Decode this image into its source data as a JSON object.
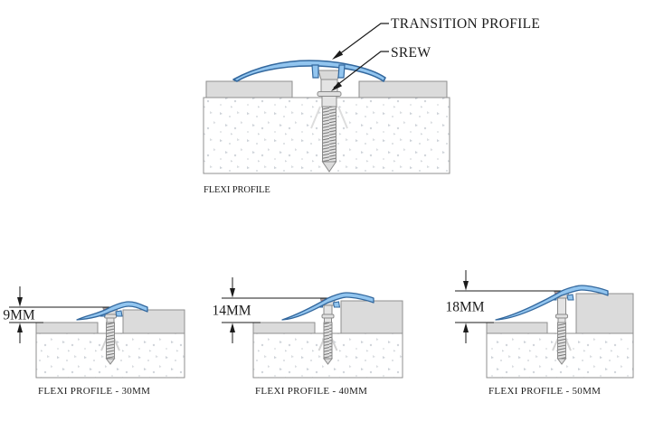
{
  "colors": {
    "profile_fill": "#92C5EF",
    "profile_stroke": "#33689E",
    "panel_fill": "#DBDBDB",
    "panel_stroke": "#8F8F8F",
    "concrete_stroke": "#8F8F8F",
    "screw_fill": "#E4E4E4",
    "screw_stroke": "#8A8A8A",
    "screw_red_mark": "#C96A6A",
    "text": "#1B1B1B"
  },
  "main": {
    "labels": {
      "profile": "TRANSITION PROFILE",
      "screw": "SREW"
    },
    "caption": "FLEXI PROFILE"
  },
  "variants": [
    {
      "dimension": "9MM",
      "caption": "FLEXI PROFILE - 30MM"
    },
    {
      "dimension": "14MM",
      "caption": "FLEXI PROFILE - 40MM"
    },
    {
      "dimension": "18MM",
      "caption": "FLEXI PROFILE - 50MM"
    }
  ]
}
